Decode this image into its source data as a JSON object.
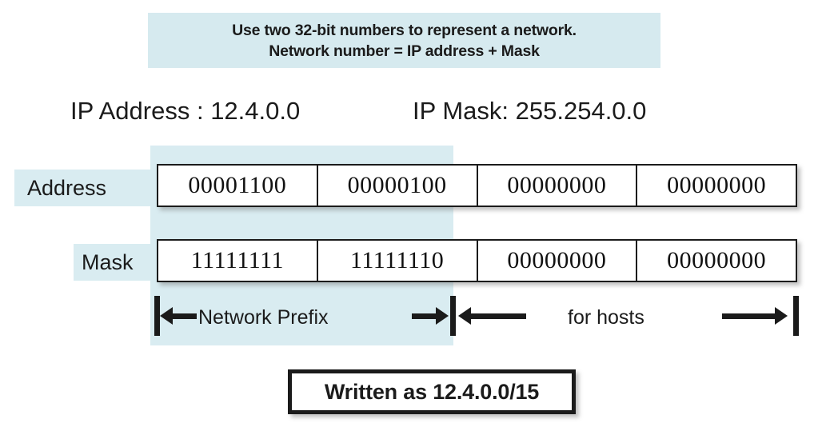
{
  "banner": {
    "line1": "Use two 32-bit numbers to represent a network.",
    "line2": "Network number = IP address + Mask",
    "background": "#d6eaef"
  },
  "header": {
    "ip_address_text": "IP Address : 12.4.0.0",
    "ip_mask_text": "IP  Mask: 255.254.0.0"
  },
  "rows": {
    "address": {
      "label": "Address",
      "octets": [
        "00001100",
        "00000100",
        "00000000",
        "00000000"
      ]
    },
    "mask": {
      "label": "Mask",
      "octets": [
        "11111111",
        "11111110",
        "00000000",
        "00000000"
      ]
    }
  },
  "spans": {
    "prefix_label": "Network Prefix",
    "hosts_label": "for hosts"
  },
  "footer": {
    "written_as": "Written as 12.4.0.0/15"
  },
  "colors": {
    "highlight": "#d9ecf1",
    "ink": "#1b1b1b",
    "page": "#ffffff"
  }
}
